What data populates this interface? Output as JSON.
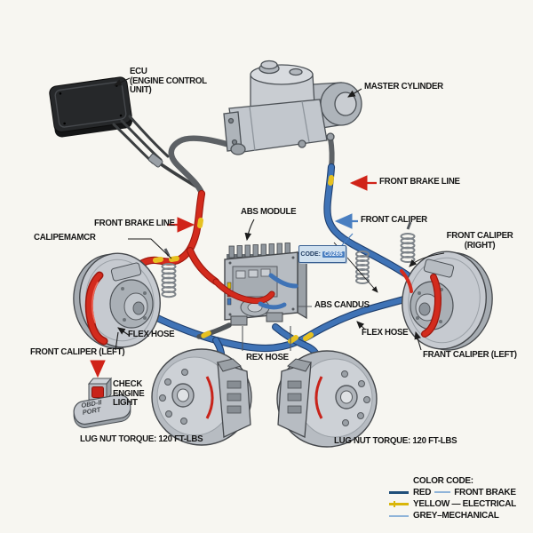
{
  "colors": {
    "background": "#f7f6f1",
    "brake_red": "#d02318",
    "brake_blue": "#3f73b6",
    "electrical_yellow": "#e7c120",
    "metal_grey": "#c2c7cd",
    "legend_navy": "#1f4e79",
    "legend_light_blue": "#8fb4d9",
    "legend_yellow": "#d9b60a"
  },
  "labels": {
    "ecu": {
      "line1": "ECU",
      "line2": "(ENGINE CONTROL",
      "line3": "UNIT)"
    },
    "master_cylinder": "MASTER CYLINDER",
    "front_brake_line_right": "FRONT BRAKE LINE",
    "front_caliper_right_callout": "FRONT CALIPER",
    "front_brake_line_left": "FRONT BRAKE LINE",
    "abs_module": "ABS MODULE",
    "caliper_top_left": "CALIPEMAMCR",
    "front_caliper_right": {
      "line1": "FRONT CALIPER",
      "line2": "(RIGHT)"
    },
    "dtc_box": {
      "prefix": "CODE:",
      "code": "C0265"
    },
    "abs_can_bus": "ABS CANDUS",
    "flex_hose_left": "FLEX HOSE",
    "front_caliper_left": "FRONT CALIPER (LEFT)",
    "rex_hose": "REX HOSE",
    "flex_hose_right": "FLEX HOSE",
    "front_caliper_bottom_right": "FRANT CALIPER (LEFT)",
    "check_engine": {
      "line1": "CHECK",
      "line2": "ENGINE",
      "line3": "LIGHT"
    },
    "obd_port": {
      "line1": "OBD-II",
      "line2": "PORT"
    },
    "lug_nut_torque_left": "LUG NUT TORQUE: 120 FT-LBS",
    "lug_nut_torque_right": "LUG NUT TORQUE: 120 FT-LBS"
  },
  "legend": {
    "title": "COLOR CODE:",
    "row1": {
      "label_a": "RED",
      "label_b": "FRONT BRAKE"
    },
    "row2": {
      "label": "YELLOW — ELECTRICAL"
    },
    "row3": {
      "label": "GREY–MECHANICAL"
    }
  }
}
